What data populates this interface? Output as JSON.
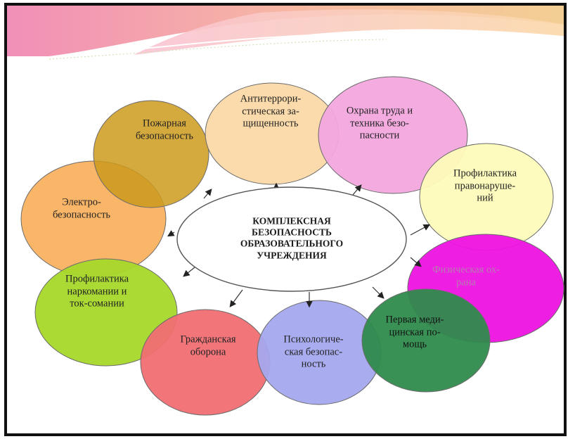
{
  "center": {
    "lines": [
      "КОМПЛЕКСНАЯ",
      "БЕЗОПАСНОСТЬ",
      "ОБРАЗОВАТЕЛЬНОГО",
      "УЧРЕЖДЕНИЯ"
    ]
  },
  "nodes": [
    {
      "id": "fire",
      "lines": [
        "Пожарная",
        "безопасность"
      ],
      "color": "#cc9a1c"
    },
    {
      "id": "antiterror",
      "lines": [
        "Антитеррори-",
        "стическая за-",
        "щищенность"
      ],
      "color": "#fbd9a6"
    },
    {
      "id": "labor",
      "lines": [
        "Охрана труда и",
        "техника безо-",
        "пасности"
      ],
      "color": "#f2a6de"
    },
    {
      "id": "offense",
      "lines": [
        "Профилактика",
        "правонаруше-",
        "ний"
      ],
      "color": "#fdfbb9"
    },
    {
      "id": "physical",
      "lines": [
        "Физическая ох-",
        "рана"
      ],
      "color": "#ee12e2"
    },
    {
      "id": "firstaid",
      "lines": [
        "Первая меди-",
        "цинская по-",
        "мощь"
      ],
      "color": "#2e8b4c"
    },
    {
      "id": "psych",
      "lines": [
        "Психологиче-",
        "ская безопас-",
        "ность"
      ],
      "color": "#a4a8ee"
    },
    {
      "id": "civil",
      "lines": [
        "Гражданская",
        "оборона"
      ],
      "color": "#f06e72"
    },
    {
      "id": "drugs",
      "lines": [
        "Профилактика",
        "наркомании и",
        "ток-сомании"
      ],
      "color": "#a6d82a"
    },
    {
      "id": "electric",
      "lines": [
        "Электро-",
        "безопасность"
      ],
      "color": "#f9b160"
    }
  ]
}
